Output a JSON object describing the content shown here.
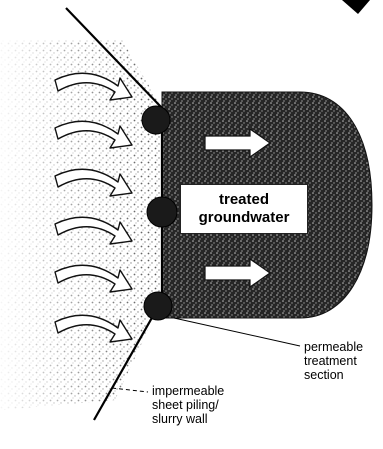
{
  "diagram": {
    "label_treated": [
      "treated",
      "groundwater"
    ],
    "label_permeable": [
      "permeable",
      "treatment",
      "section"
    ],
    "label_impermeable": [
      "impermeable",
      "sheet piling/",
      "slurry wall"
    ],
    "colors": {
      "background": "#ffffff",
      "ink": "#000000",
      "plume_dark": "#2a2a2a",
      "contaminant_stipple": "#8a8a8a",
      "arrow_fill": "#ffffff"
    }
  }
}
